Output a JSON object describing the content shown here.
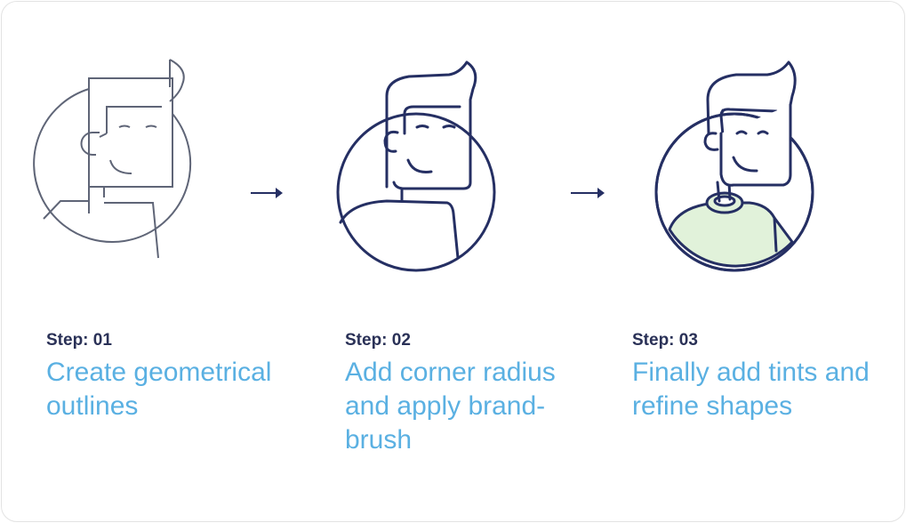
{
  "steps": [
    {
      "label": "Step: 01",
      "description": "Create geometrical outlines"
    },
    {
      "label": "Step: 02",
      "description": "Add corner radius and apply brand-brush"
    },
    {
      "label": "Step: 03",
      "description": "Finally add tints and refine shapes"
    }
  ],
  "icons": [
    "outline-face-illustration",
    "arrow-right-icon",
    "brushed-face-illustration",
    "arrow-right-icon",
    "tinted-face-illustration"
  ],
  "colors": {
    "outline": "#5f6577",
    "navy": "#252f63",
    "accent_text": "#5ab0e2",
    "tint": "#e1f2da"
  }
}
